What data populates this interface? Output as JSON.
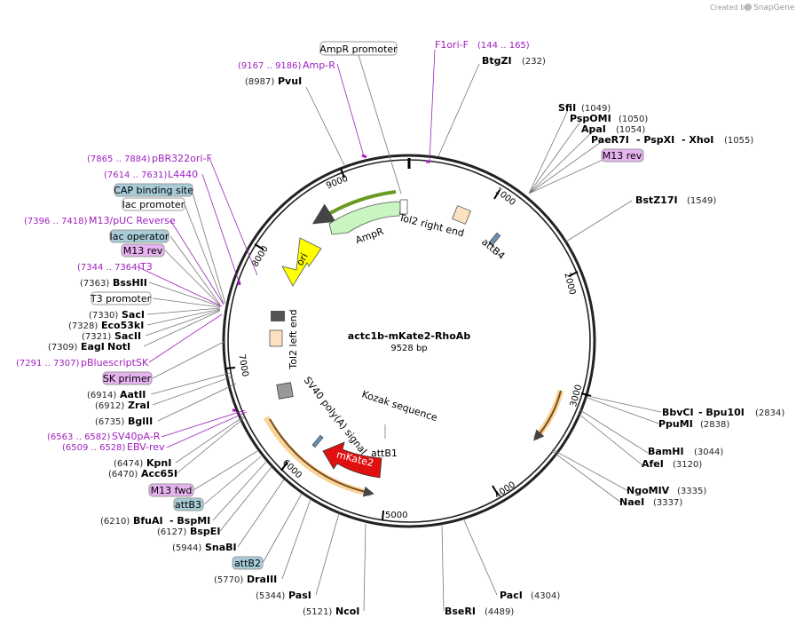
{
  "credit": {
    "text": "Created by",
    "brand": "SnapGene"
  },
  "map": {
    "name": "actc1b-mKate2-RhoAb",
    "length": "9528 bp"
  },
  "ticks": [
    "1000",
    "2000",
    "3000",
    "4000",
    "5000",
    "6000",
    "7000",
    "8000",
    "9000"
  ],
  "features": {
    "tol2_right": "Tol2 right end",
    "ampr": "AmpR",
    "ori": "ori",
    "tol2_left": "Tol2 left end",
    "sv40": "SV40 poly(A) signal",
    "mkate2": "mKate2",
    "kozak": "Kozak sequence",
    "attb1": "attB1",
    "attb4": "attB4"
  },
  "boxed": {
    "ampr_promoter": "AmpR promoter",
    "m13rev_top": "M13 rev",
    "cap": "CAP binding site",
    "lac_promoter": "lac promoter",
    "lac_operator": "lac operator",
    "m13rev_left": "M13 rev",
    "t3_promoter": "T3 promoter",
    "sk_primer": "SK primer",
    "m13fwd": "M13 fwd",
    "attb3": "attB3",
    "attb2": "attB2"
  },
  "primers": {
    "f1ori": {
      "name": "F1ori-F",
      "range": "(144 .. 165)"
    },
    "ampr": {
      "name": "Amp-R",
      "range": "(9167 .. 9186)"
    },
    "pbr322": {
      "name": "pBR322ori-F",
      "range": "(7865 .. 7884)"
    },
    "l4440": {
      "name": "L4440",
      "range": "(7614 .. 7631)"
    },
    "m13puc": {
      "name": "M13/pUC Reverse",
      "range": "(7396 .. 7418)"
    },
    "t3": {
      "name": "T3",
      "range": "(7344 .. 7364)"
    },
    "pbluescript": {
      "name": "pBluescriptSK",
      "range": "(7291 .. 7307)"
    },
    "sv40pa": {
      "name": "SV40pA-R",
      "range": "(6563 .. 6582)"
    },
    "ebv": {
      "name": "EBV-rev",
      "range": "(6509 .. 6528)"
    }
  },
  "sites": {
    "btgzi": {
      "name": "BtgZI",
      "pos": "(232)"
    },
    "pvui": {
      "name": "PvuI",
      "pos": "(8987)"
    },
    "sfii": {
      "name": "SfiI",
      "pos": "(1049)"
    },
    "pspomi": {
      "name": "PspOMI",
      "pos": "(1050)"
    },
    "apai": {
      "name": "ApaI",
      "pos": "(1054)"
    },
    "paer7i": {
      "name": "PaeR7I",
      "name2": "- PspXI",
      "name3": "- XhoI",
      "pos": "(1055)"
    },
    "bstz17i": {
      "name": "BstZ17I",
      "pos": "(1549)"
    },
    "bbvci": {
      "name": "BbvCI",
      "name2": "- Bpu10I",
      "pos": "(2834)"
    },
    "ppumi": {
      "name": "PpuMI",
      "pos": "(2838)"
    },
    "bamhi": {
      "name": "BamHI",
      "pos": "(3044)"
    },
    "afei": {
      "name": "AfeI",
      "pos": "(3120)"
    },
    "ngomiv": {
      "name": "NgoMIV",
      "pos": "(3335)"
    },
    "naei": {
      "name": "NaeI",
      "pos": "(3337)"
    },
    "paci": {
      "name": "PacI",
      "pos": "(4304)"
    },
    "bseri": {
      "name": "BseRI",
      "pos": "(4489)"
    },
    "ncoi": {
      "name": "NcoI",
      "pos": "(5121)"
    },
    "pasi": {
      "name": "PasI",
      "pos": "(5344)"
    },
    "draiii": {
      "name": "DraIII",
      "pos": "(5770)"
    },
    "snabi": {
      "name": "SnaBI",
      "pos": "(5944)"
    },
    "bspei": {
      "name": "BspEI",
      "pos": "(6127)"
    },
    "bfuai": {
      "name": "BfuAI",
      "name2": "- BspMI",
      "pos": "(6210)"
    },
    "acc65i": {
      "name": "Acc65I",
      "pos": "(6470)"
    },
    "kpni": {
      "name": "KpnI",
      "pos": "(6474)"
    },
    "bglii": {
      "name": "BglII",
      "pos": "(6735)"
    },
    "zrai": {
      "name": "ZraI",
      "pos": "(6912)"
    },
    "aatii": {
      "name": "AatII",
      "pos": "(6914)"
    },
    "noti": {
      "name": "NotI",
      "pos": "(7309)"
    },
    "eagi": {
      "name": "EagI",
      "pos": "(7309)"
    },
    "sacii": {
      "name": "SacII",
      "pos": "(7321)"
    },
    "eco53ki": {
      "name": "Eco53kI",
      "pos": "(7328)"
    },
    "saci": {
      "name": "SacI",
      "pos": "(7330)"
    },
    "bsshii": {
      "name": "BssHII",
      "pos": "(7363)"
    }
  },
  "colors": {
    "backbone": "#222222",
    "primer": "#a020c0",
    "ampr": "#c8f5c0",
    "ori": "#ffff00",
    "mkate2": "#e01010",
    "tol2": "#fde0c0",
    "orf": "#f7d49a",
    "blue_box": "#a8ccd8",
    "purple_box": "#e6b3f0"
  }
}
